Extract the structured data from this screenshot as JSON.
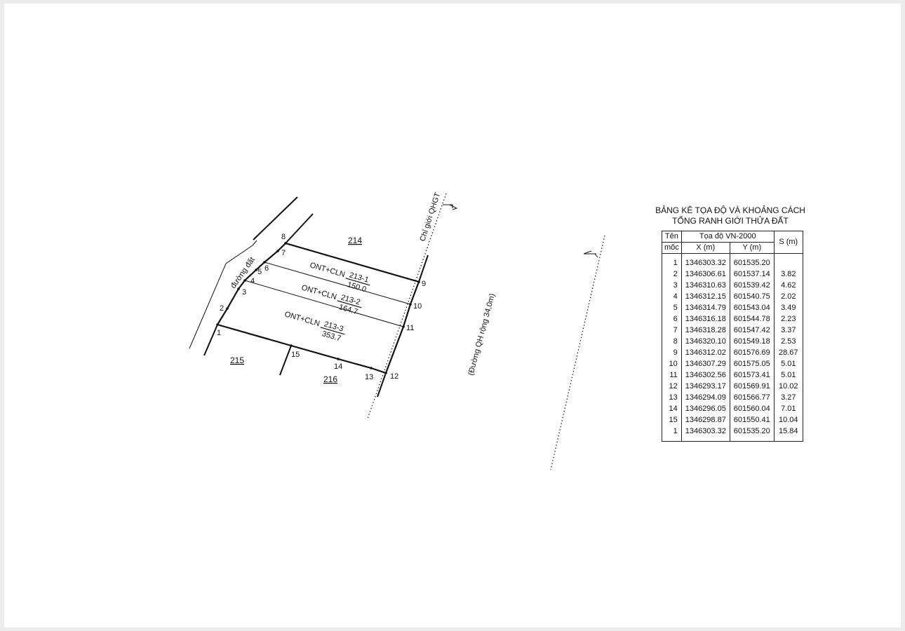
{
  "title": {
    "line1": "BẢNG KÊ TỌA ĐỘ VÀ KHOẢNG CÁCH",
    "line2": "TỔNG RANH GIỚI THỬA ĐẤT"
  },
  "table": {
    "header_ten_line1": "Tên",
    "header_ten_line2": "mốc",
    "header_coord": "Tọa độ VN-2000",
    "header_x": "X (m)",
    "header_y": "Y (m)",
    "header_s": "S (m)",
    "rows": [
      {
        "ten": "1",
        "x": "1346303.32",
        "y": "601535.20"
      },
      {
        "ten": "2",
        "x": "1346306.61",
        "y": "601537.14"
      },
      {
        "ten": "3",
        "x": "1346310.63",
        "y": "601539.42"
      },
      {
        "ten": "4",
        "x": "1346312.15",
        "y": "601540.75"
      },
      {
        "ten": "5",
        "x": "1346314.79",
        "y": "601543.04"
      },
      {
        "ten": "6",
        "x": "1346316.18",
        "y": "601544.78"
      },
      {
        "ten": "7",
        "x": "1346318.28",
        "y": "601547.42"
      },
      {
        "ten": "8",
        "x": "1346320.10",
        "y": "601549.18"
      },
      {
        "ten": "9",
        "x": "1346312.02",
        "y": "601576.69"
      },
      {
        "ten": "10",
        "x": "1346307.29",
        "y": "601575.05"
      },
      {
        "ten": "11",
        "x": "1346302.56",
        "y": "601573.41"
      },
      {
        "ten": "12",
        "x": "1346293.17",
        "y": "601569.91"
      },
      {
        "ten": "13",
        "x": "1346294.09",
        "y": "601566.77"
      },
      {
        "ten": "14",
        "x": "1346296.05",
        "y": "601560.04"
      },
      {
        "ten": "15",
        "x": "1346298.87",
        "y": "601550.41"
      },
      {
        "ten": "1",
        "x": "1346303.32",
        "y": "601535.20"
      }
    ],
    "distances": [
      "3.82",
      "4.62",
      "2.02",
      "3.49",
      "2.23",
      "3.37",
      "2.53",
      "28.67",
      "5.01",
      "5.01",
      "10.02",
      "3.27",
      "7.01",
      "10.04",
      "15.84"
    ]
  },
  "map": {
    "road_label": "đường đất",
    "boundary_label": "Chỉ giới QHGT",
    "planned_road_label": "(Đường QH rộng 34,0m)",
    "neighbor_parcels": [
      "214",
      "215",
      "216"
    ],
    "parcels": [
      {
        "land_use": "ONT+CLN",
        "number": "213-1",
        "area": "150.0"
      },
      {
        "land_use": "ONT+CLN",
        "number": "213-2",
        "area": "164.7"
      },
      {
        "land_use": "ONT+CLN",
        "number": "213-3",
        "area": "353.7"
      }
    ],
    "point_labels": [
      "1",
      "2",
      "3",
      "4",
      "5",
      "6",
      "7",
      "8",
      "9",
      "10",
      "11",
      "12",
      "13",
      "14",
      "15"
    ]
  }
}
